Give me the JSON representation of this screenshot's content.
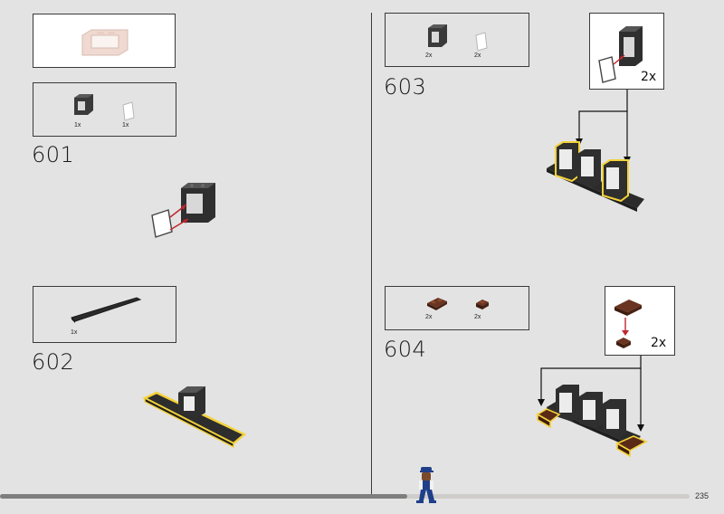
{
  "page": {
    "number": "235",
    "progress": 0.59
  },
  "steps": {
    "s601": {
      "number": "601",
      "parts": [
        {
          "qty": "1x",
          "part": "black-window-frame"
        },
        {
          "qty": "1x",
          "part": "white-window-pane"
        }
      ]
    },
    "s602": {
      "number": "602",
      "parts": [
        {
          "qty": "1x",
          "part": "black-1x10-plate"
        }
      ]
    },
    "s603": {
      "number": "603",
      "parts": [
        {
          "qty": "2x",
          "part": "black-window-frame"
        },
        {
          "qty": "2x",
          "part": "white-window-pane"
        }
      ],
      "callout_multiplier": "2x"
    },
    "s604": {
      "number": "604",
      "parts": [
        {
          "qty": "2x",
          "part": "reddish-brown-1x2-plate"
        },
        {
          "qty": "2x",
          "part": "reddish-brown-1x1-plate"
        }
      ],
      "callout_multiplier": "2x"
    }
  },
  "colors": {
    "background": "#e3e3e3",
    "brick_black": "#2b2b2b",
    "highlight": "#f3d23a",
    "arrow_red": "#c0262d",
    "brick_brown": "#5a2a17"
  }
}
